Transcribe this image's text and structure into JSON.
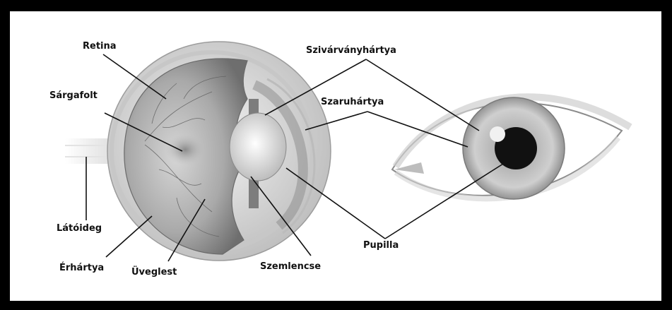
{
  "diagram": {
    "labels": {
      "retina": "Retina",
      "sargafolt": "Sárgafolt",
      "latoideg": "Látóideg",
      "erhartya": "Érhártya",
      "uveglest": "Üveglest",
      "szemlencse": "Szemlencse",
      "pupilla": "Pupilla",
      "szivarvanyhartya": "Szivárványhártya",
      "szaruhartya": "Szaruhártya"
    },
    "colors": {
      "background": "#000000",
      "panel": "#ffffff",
      "ink": "#111111"
    }
  }
}
